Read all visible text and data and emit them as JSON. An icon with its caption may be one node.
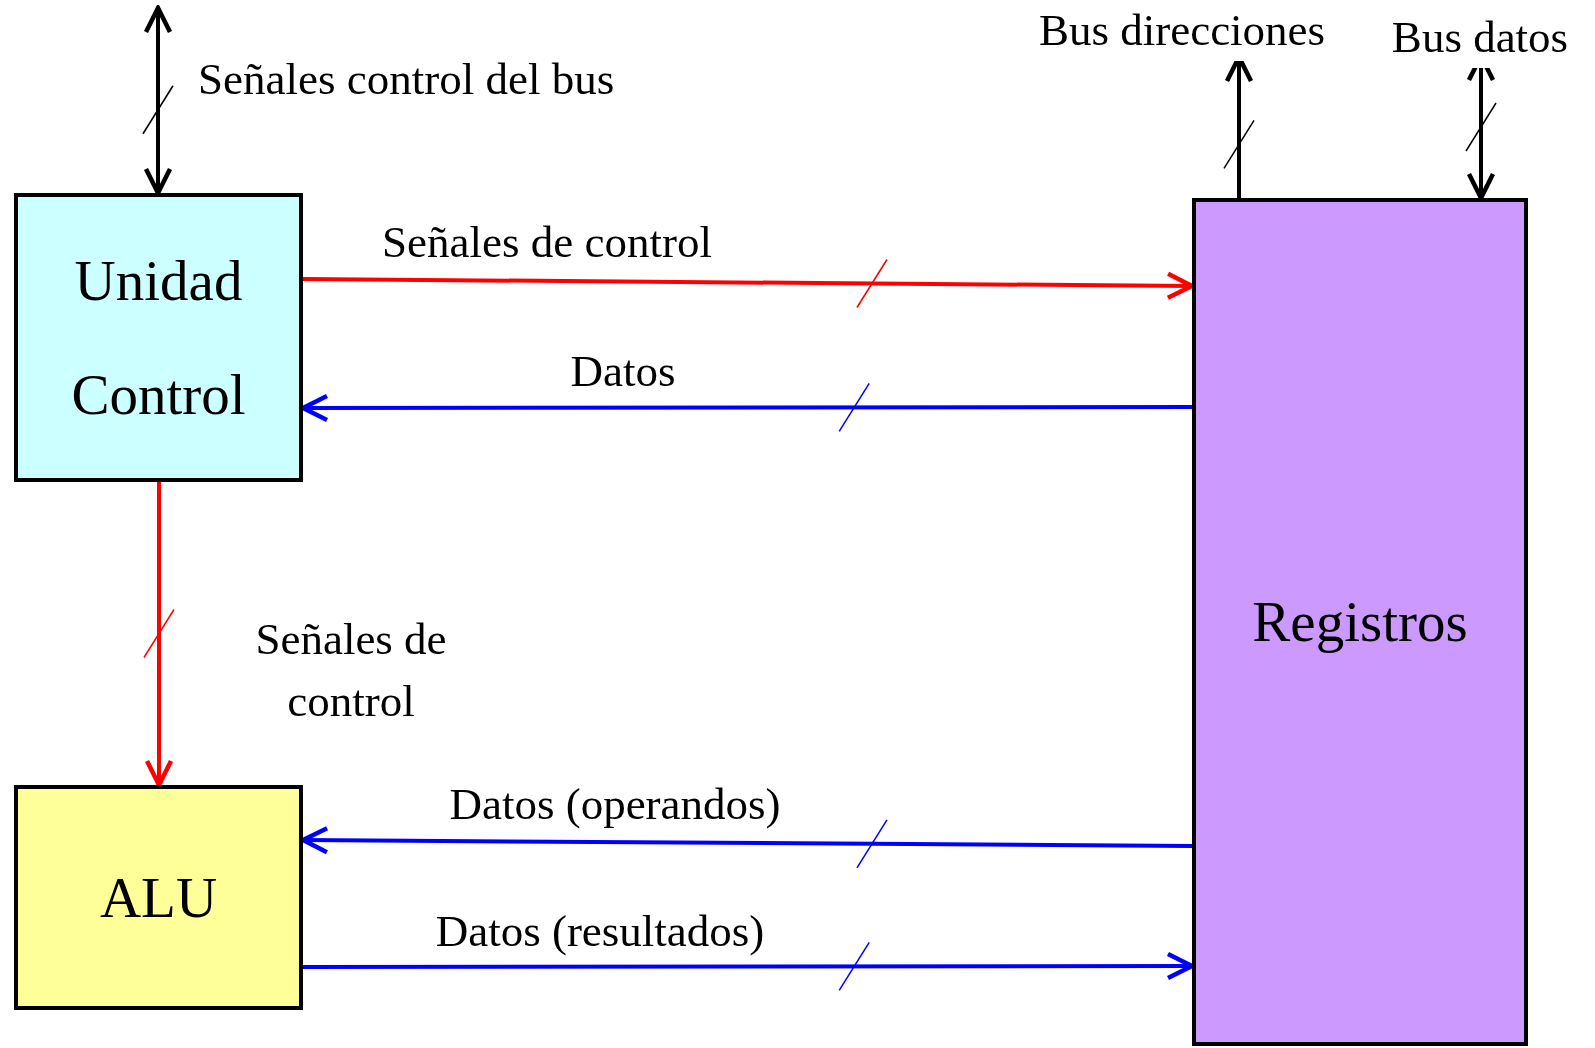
{
  "diagram": {
    "nodes": [
      {
        "text": [
          "Unidad Control"
        ]
      },
      {
        "text": [
          "ALU"
        ]
      },
      {
        "text": [
          "Registros"
        ]
      }
    ],
    "edges": [
      {
        "from": null,
        "to": 0,
        "arrow": "both",
        "label": "Señales control del bus"
      },
      {
        "from": 0,
        "to": 2,
        "arrow": "to",
        "label": "Señales de control",
        "color": "#ff0000"
      },
      {
        "from": 2,
        "to": 0,
        "arrow": "to",
        "label": "Datos",
        "color": "#0000ff"
      },
      {
        "from": 0,
        "to": 1,
        "arrow": "to",
        "label": "Señales de control",
        "color": "#ff0000"
      },
      {
        "from": 2,
        "to": 1,
        "arrow": "to",
        "label": "Datos (operandos)",
        "color": "#0000ff"
      },
      {
        "from": 1,
        "to": 2,
        "arrow": "to",
        "label": "Datos (resultados)",
        "color": "#0000ff"
      },
      {
        "from": 2,
        "to": null,
        "arrow": "to",
        "label": "Bus direcciones"
      },
      {
        "from": null,
        "to": 2,
        "arrow": "both",
        "label": "Bus datos"
      }
    ]
  }
}
